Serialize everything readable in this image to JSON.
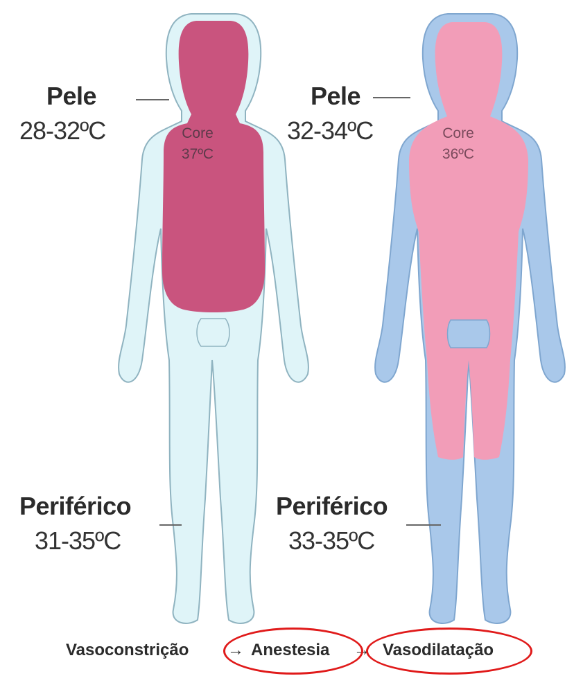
{
  "left_figure": {
    "skin_label": "Pele",
    "skin_temp": "28-32ºC",
    "core_label": "Core",
    "core_temp": "37ºC",
    "peripheral_label": "Periférico",
    "peripheral_temp": "31-35ºC"
  },
  "right_figure": {
    "skin_label": "Pele",
    "skin_temp": "32-34ºC",
    "core_label": "Core",
    "core_temp": "36ºC",
    "peripheral_label": "Periférico",
    "peripheral_temp": "33-35ºC"
  },
  "caption": {
    "step1": "Vasoconstrição",
    "arrow1": "→",
    "step2": "Anestesia",
    "arrow2": "→",
    "step3": "Vasodilatação"
  },
  "colors": {
    "left_body": "#dff4f8",
    "left_core": "#c9547e",
    "right_body": "#a9c8ea",
    "right_core": "#f29db8",
    "highlight": "#e01a1a"
  }
}
